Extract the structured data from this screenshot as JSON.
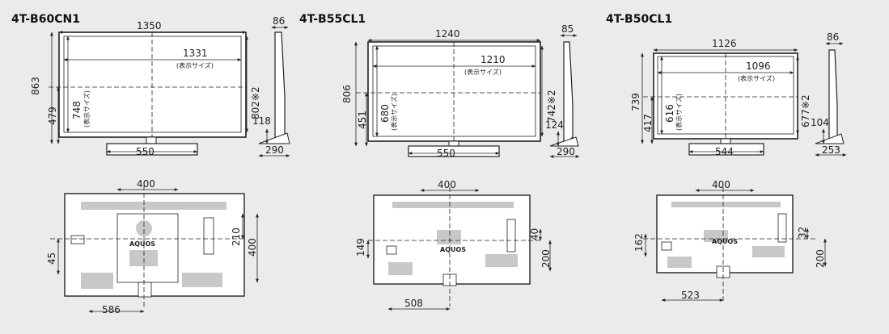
{
  "models": [
    {
      "name": "4T-B60CN1",
      "front": {
        "total_width": "1350",
        "display_width": "1331",
        "display_note": "(表示サイズ)",
        "total_height": "863",
        "center_height": "479",
        "display_height": "748",
        "display_height_note": "(表示サイズ)",
        "height_with_stand": "802※2",
        "stand_width": "550"
      },
      "side": {
        "depth": "86",
        "stand_depth": "290",
        "stand_height": "118"
      },
      "rear": {
        "vesa_width": "400",
        "vesa_height": "400",
        "vesa_offset": "210",
        "terminal_height": "45",
        "offset_width": "586",
        "logo": "AQUOS"
      }
    },
    {
      "name": "4T-B55CL1",
      "front": {
        "total_width": "1240",
        "display_width": "1210",
        "display_note": "(表示サイズ)",
        "total_height": "806",
        "center_height": "451",
        "display_height": "680",
        "display_height_note": "(表示サイズ)",
        "height_with_stand": "742※2",
        "stand_width": "550"
      },
      "side": {
        "depth": "85",
        "stand_depth": "290",
        "stand_height": "124"
      },
      "rear": {
        "vesa_width": "400",
        "vesa_height": "200",
        "vesa_offset": "40",
        "terminal_height": "149",
        "offset_width": "508",
        "logo": "AQUOS"
      }
    },
    {
      "name": "4T-B50CL1",
      "front": {
        "total_width": "1126",
        "display_width": "1096",
        "display_note": "(表示サイズ)",
        "total_height": "739",
        "center_height": "417",
        "display_height": "616",
        "display_height_note": "(表示サイズ)",
        "height_with_stand": "677※2",
        "stand_width": "544"
      },
      "side": {
        "depth": "86",
        "stand_depth": "253",
        "stand_height": "104"
      },
      "rear": {
        "vesa_width": "400",
        "vesa_height": "200",
        "vesa_offset": "32",
        "terminal_height": "162",
        "offset_width": "523",
        "logo": "AQUOS"
      }
    }
  ]
}
